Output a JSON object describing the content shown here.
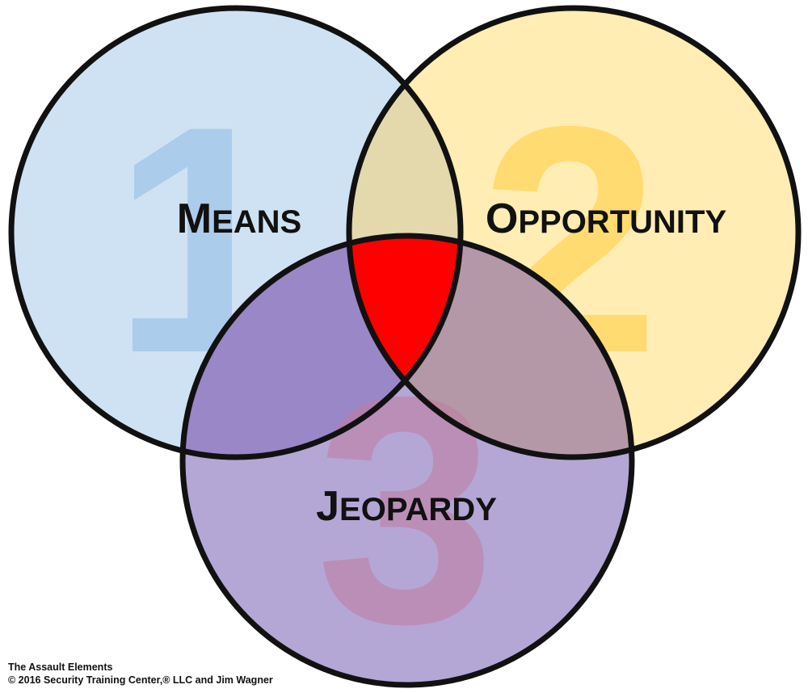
{
  "diagram": {
    "sets": [
      {
        "id": "means",
        "number": "1",
        "initial": "M",
        "rest": "EANS",
        "fill": "#cfe2f3",
        "number_color": "#9fc5e8"
      },
      {
        "id": "opportunity",
        "number": "2",
        "initial": "O",
        "rest": "PPORTUNITY",
        "fill": "#ffedb3",
        "number_color": "#ffd966"
      },
      {
        "id": "jeopardy",
        "number": "3",
        "initial": "J",
        "rest": "EOPARDY",
        "fill": "#b4a7d6",
        "number_color": "#c27ba0"
      }
    ],
    "intersection_color": "#ff0000",
    "outline_color": "#111111"
  },
  "caption": {
    "title": "The Assault Elements",
    "copyright": "© 2016 Security Training Center,® LLC and Jim Wagner"
  }
}
